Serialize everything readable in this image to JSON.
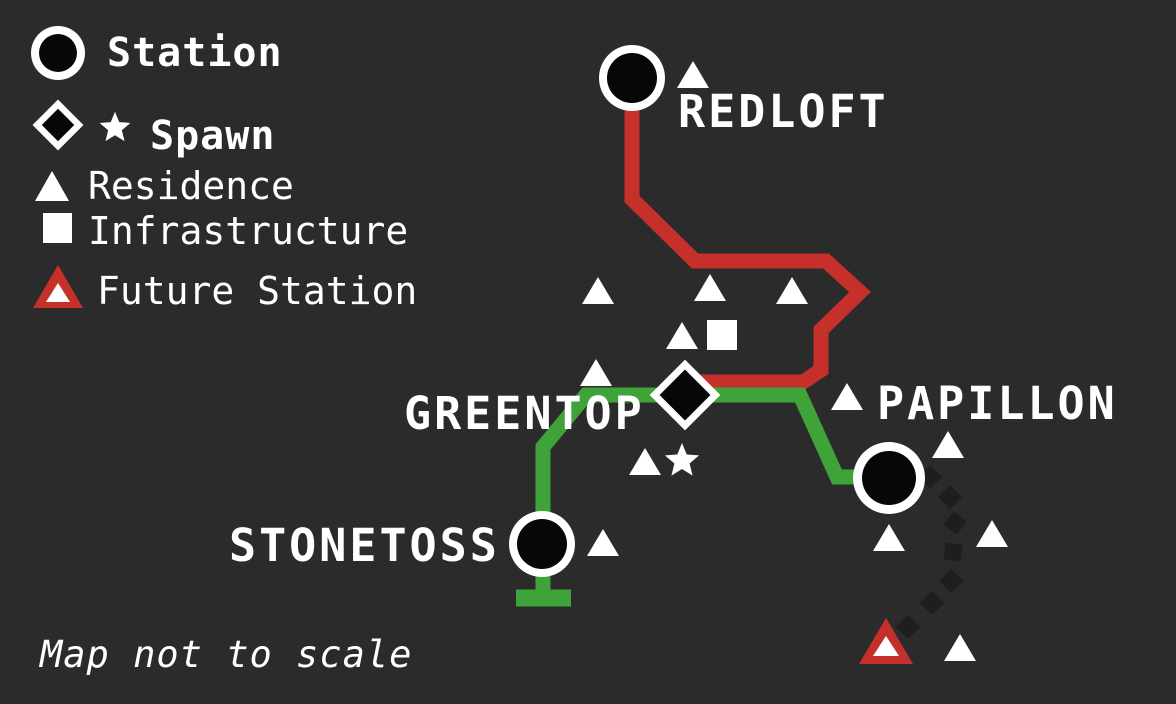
{
  "legend": {
    "station_label": "Station",
    "spawn_label": "Spawn",
    "residence_label": "Residence",
    "infrastructure_label": "Infrastructure",
    "future_station_label": "Future Station"
  },
  "stations": {
    "redloft": {
      "name": "REDLOFT"
    },
    "greentop": {
      "name": "GREENTOP"
    },
    "stonetoss": {
      "name": "STONETOSS"
    },
    "papillon": {
      "name": "PAPILLON"
    }
  },
  "footnote": "Map not to scale",
  "colors": {
    "background": "#2b2b2b",
    "red_line": "#c5302a",
    "green_line": "#3fa33a",
    "marker_white": "#ffffff",
    "marker_black": "#070707",
    "dotted_route": "#1e1e1e",
    "future_station_red": "#c5302a"
  },
  "map": {
    "residence_marker_count": 13,
    "infrastructure_marker_count": 1,
    "future_station_marker_count": 1,
    "spawn_marker_count": 1,
    "station_marker_count": 3
  }
}
